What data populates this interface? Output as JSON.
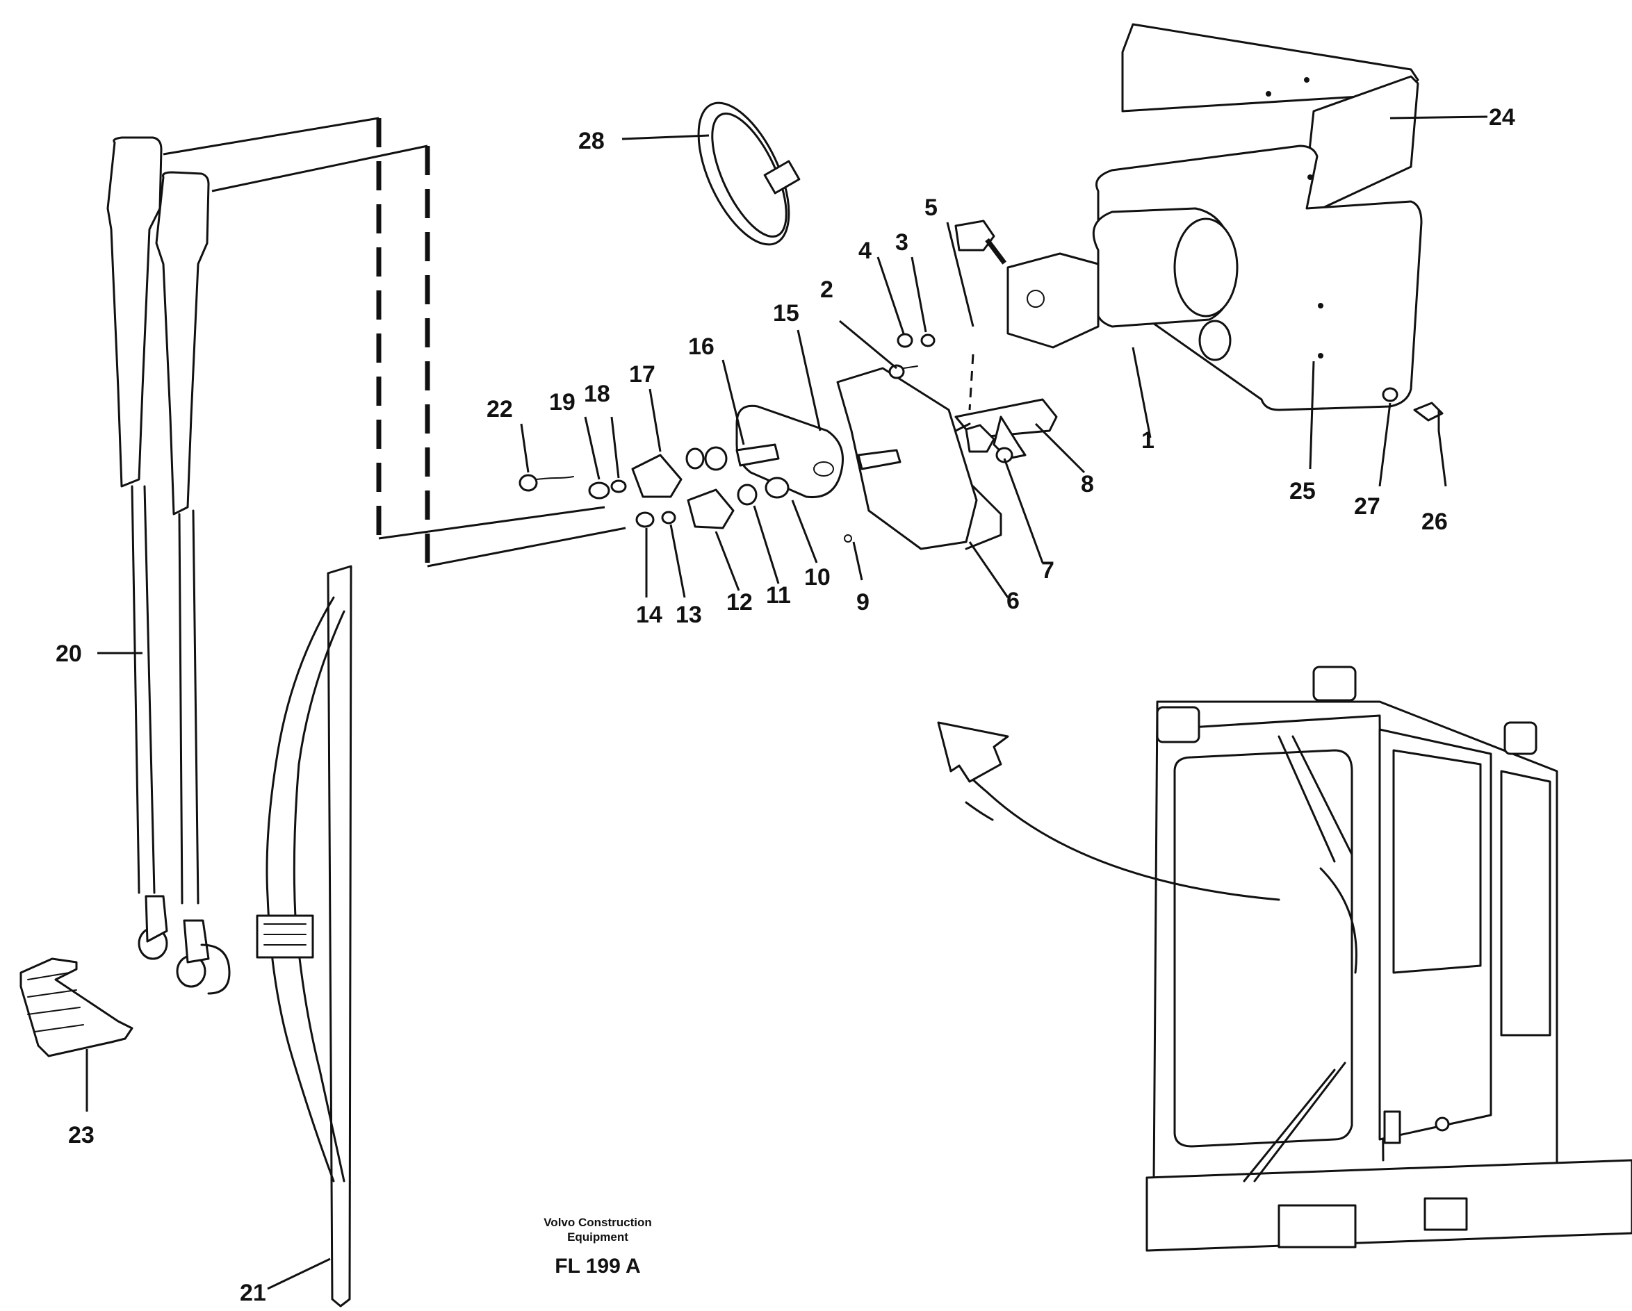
{
  "diagram": {
    "part_labels": [
      "1",
      "2",
      "3",
      "4",
      "5",
      "6",
      "7",
      "8",
      "9",
      "10",
      "11",
      "12",
      "13",
      "14",
      "15",
      "16",
      "17",
      "18",
      "19",
      "20",
      "21",
      "22",
      "23",
      "24",
      "25",
      "26",
      "27",
      "28"
    ],
    "footer": {
      "company_line1": "Volvo Construction",
      "company_line2": "Equipment",
      "figure_code": "FL 199 A"
    }
  }
}
